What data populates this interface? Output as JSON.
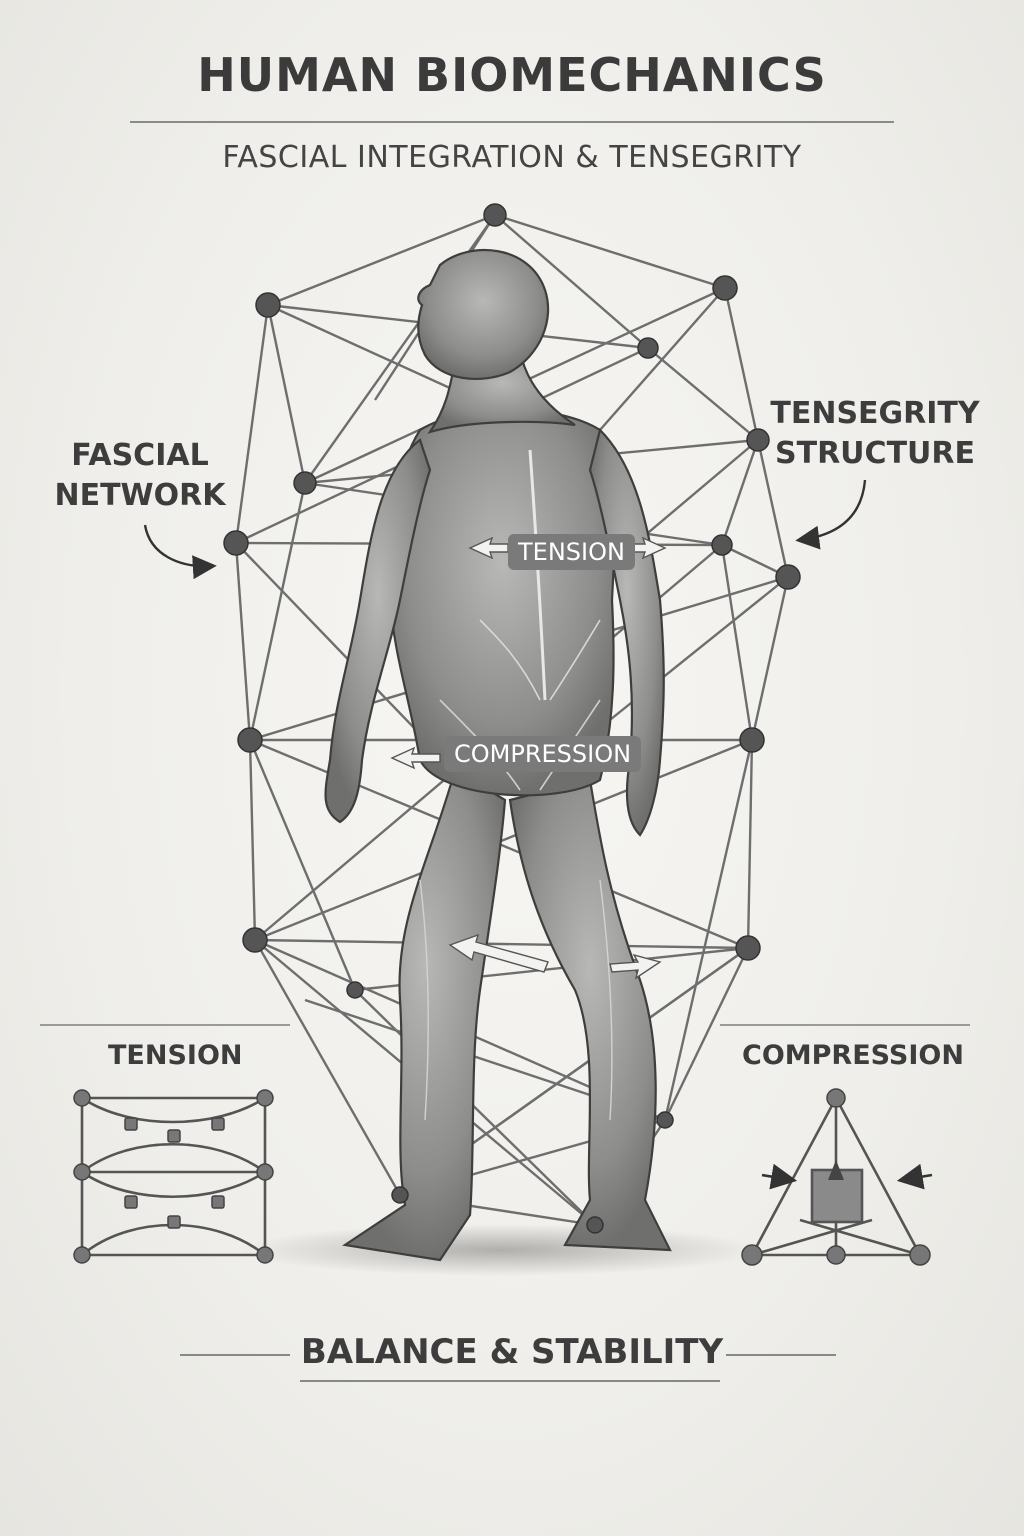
{
  "header": {
    "title": "HUMAN BIOMECHANICS",
    "subtitle": "FASCIAL INTEGRATION & TENSEGRITY"
  },
  "annotations": {
    "fascial_network": "FASCIAL\nNETWORK",
    "tensegrity_structure": "TENSEGRITY\nSTRUCTURE",
    "tension_pill": "TENSION",
    "compression_pill": "COMPRESSION"
  },
  "insets": {
    "tension_label": "TENSION",
    "compression_label": "COMPRESSION"
  },
  "footer": {
    "text": "BALANCE & STABILITY"
  },
  "colors": {
    "ink": "#3d3d3d",
    "line": "#6e6e6e",
    "node": "#555555",
    "pill": "#7a7a7a",
    "paper": "#f2f1ed"
  },
  "icons": [
    "tensegrity-network",
    "human-figure-back-view",
    "curved-arrow",
    "tension-lattice",
    "compression-triangle"
  ]
}
